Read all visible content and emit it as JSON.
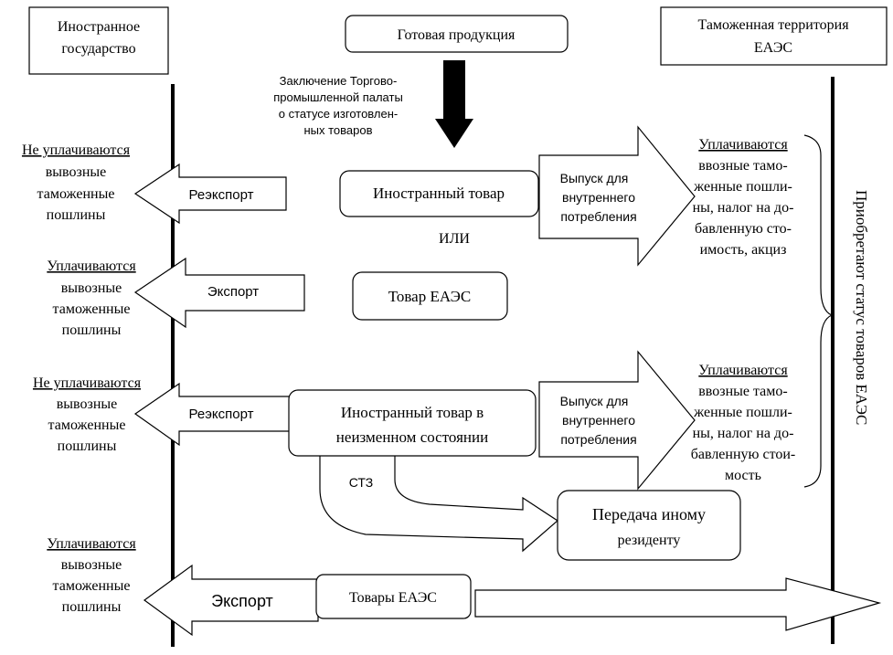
{
  "diagram": {
    "left_header": [
      "Иностранное",
      "государство"
    ],
    "center_header": "Готовая продукция",
    "right_header": [
      "Таможенная территория",
      "ЕАЭС"
    ],
    "certificate_note": [
      "Заключение Торгово-",
      "промышленной палаты",
      "о статусе изготовлен-",
      "ных товаров"
    ],
    "foreign_goods": "Иностранный товар",
    "or_label": "ИЛИ",
    "eaeu_goods": "Товар ЕАЭС",
    "foreign_unchanged": [
      "Иностранный товар в",
      "неизменном состоянии"
    ],
    "transfer_resident": [
      "Передача иному",
      "резиденту"
    ],
    "stz": "СТЗ",
    "eaeu_goods_bottom": "Товары ЕАЭС",
    "reexport": "Реэкспорт",
    "export": "Экспорт",
    "release_domestic": [
      "Выпуск для",
      "внутреннего",
      "потребления"
    ],
    "not_paid": "Не уплачиваются",
    "paid": "Уплачиваются",
    "export_duties": [
      "вывозные",
      "таможенные",
      "пошлины"
    ],
    "import_taxes_1": [
      "ввозные тамо-",
      "женные пошли-",
      "ны, налог на до-",
      "бавленную сто-",
      "имость, акциз"
    ],
    "import_taxes_2": [
      "ввозные тамо-",
      "женные пошли-",
      "ны, налог на до-",
      "бавленную стои-",
      "мость"
    ],
    "vertical_status": "Приобретают статус товаров ЕАЭС"
  }
}
